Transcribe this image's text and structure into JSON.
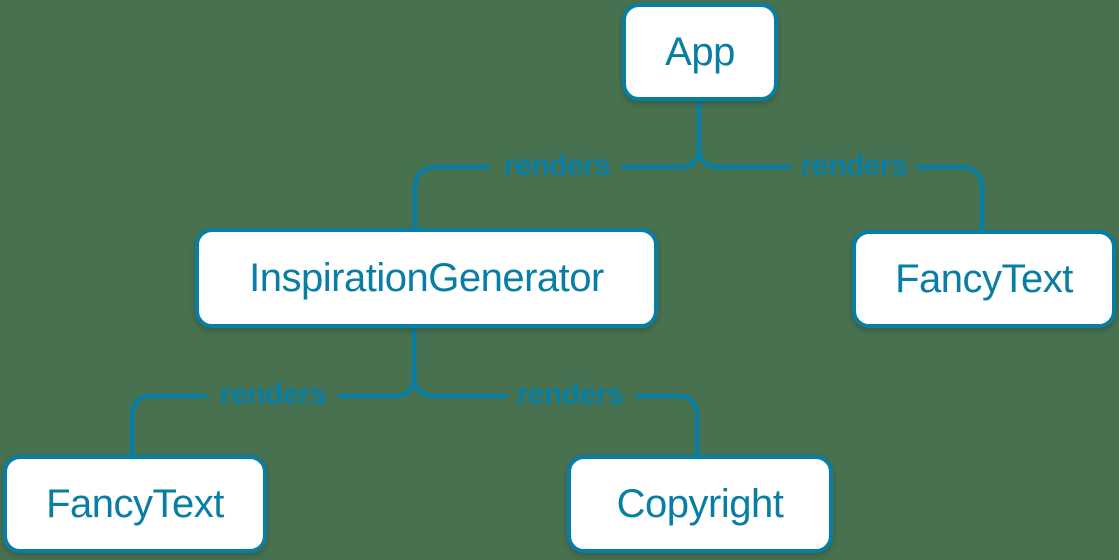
{
  "colors": {
    "background": "#47714F",
    "accent": "#087EA4",
    "node_fill": "#FFFFFF"
  },
  "diagram": {
    "type": "component-render-tree",
    "nodes": [
      {
        "id": "app",
        "label": "App"
      },
      {
        "id": "inspiration-generator",
        "label": "InspirationGenerator"
      },
      {
        "id": "fancy-text-top",
        "label": "FancyText"
      },
      {
        "id": "fancy-text-bottom",
        "label": "FancyText"
      },
      {
        "id": "copyright",
        "label": "Copyright"
      }
    ],
    "edges": [
      {
        "from": "App",
        "to": "InspirationGenerator",
        "label": "renders"
      },
      {
        "from": "App",
        "to": "FancyText",
        "label": "renders"
      },
      {
        "from": "InspirationGenerator",
        "to": "FancyText",
        "label": "renders"
      },
      {
        "from": "InspirationGenerator",
        "to": "Copyright",
        "label": "renders"
      }
    ]
  }
}
